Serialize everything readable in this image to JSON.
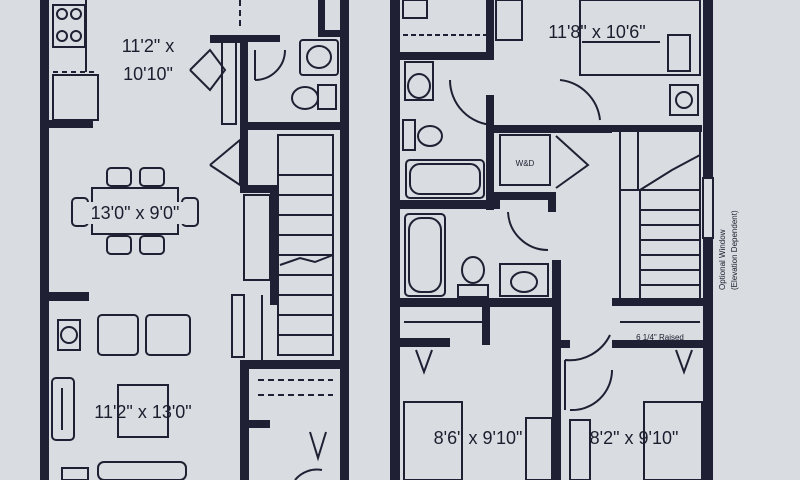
{
  "rooms": {
    "kitchen": "11'2\" x",
    "kitchen2": "10'10\"",
    "dining": "13'0\" x 9'0\"",
    "living": "11'2\" x 13'0\"",
    "primary_bed": "11'8\" x 10'6\"",
    "bed2": "8'6\" x 9'10\"",
    "bed3": "8'2\" x 9'10\""
  },
  "notes": {
    "laundry": "W&D",
    "optional_window_1": "Optional Window",
    "optional_window_2": "(Elevation Dependent)",
    "raised": "6 1/4\" Raised"
  },
  "colors": {
    "wall": "#1f2033",
    "paper": "#d9dce0",
    "fixture": "#2b2c3c"
  }
}
